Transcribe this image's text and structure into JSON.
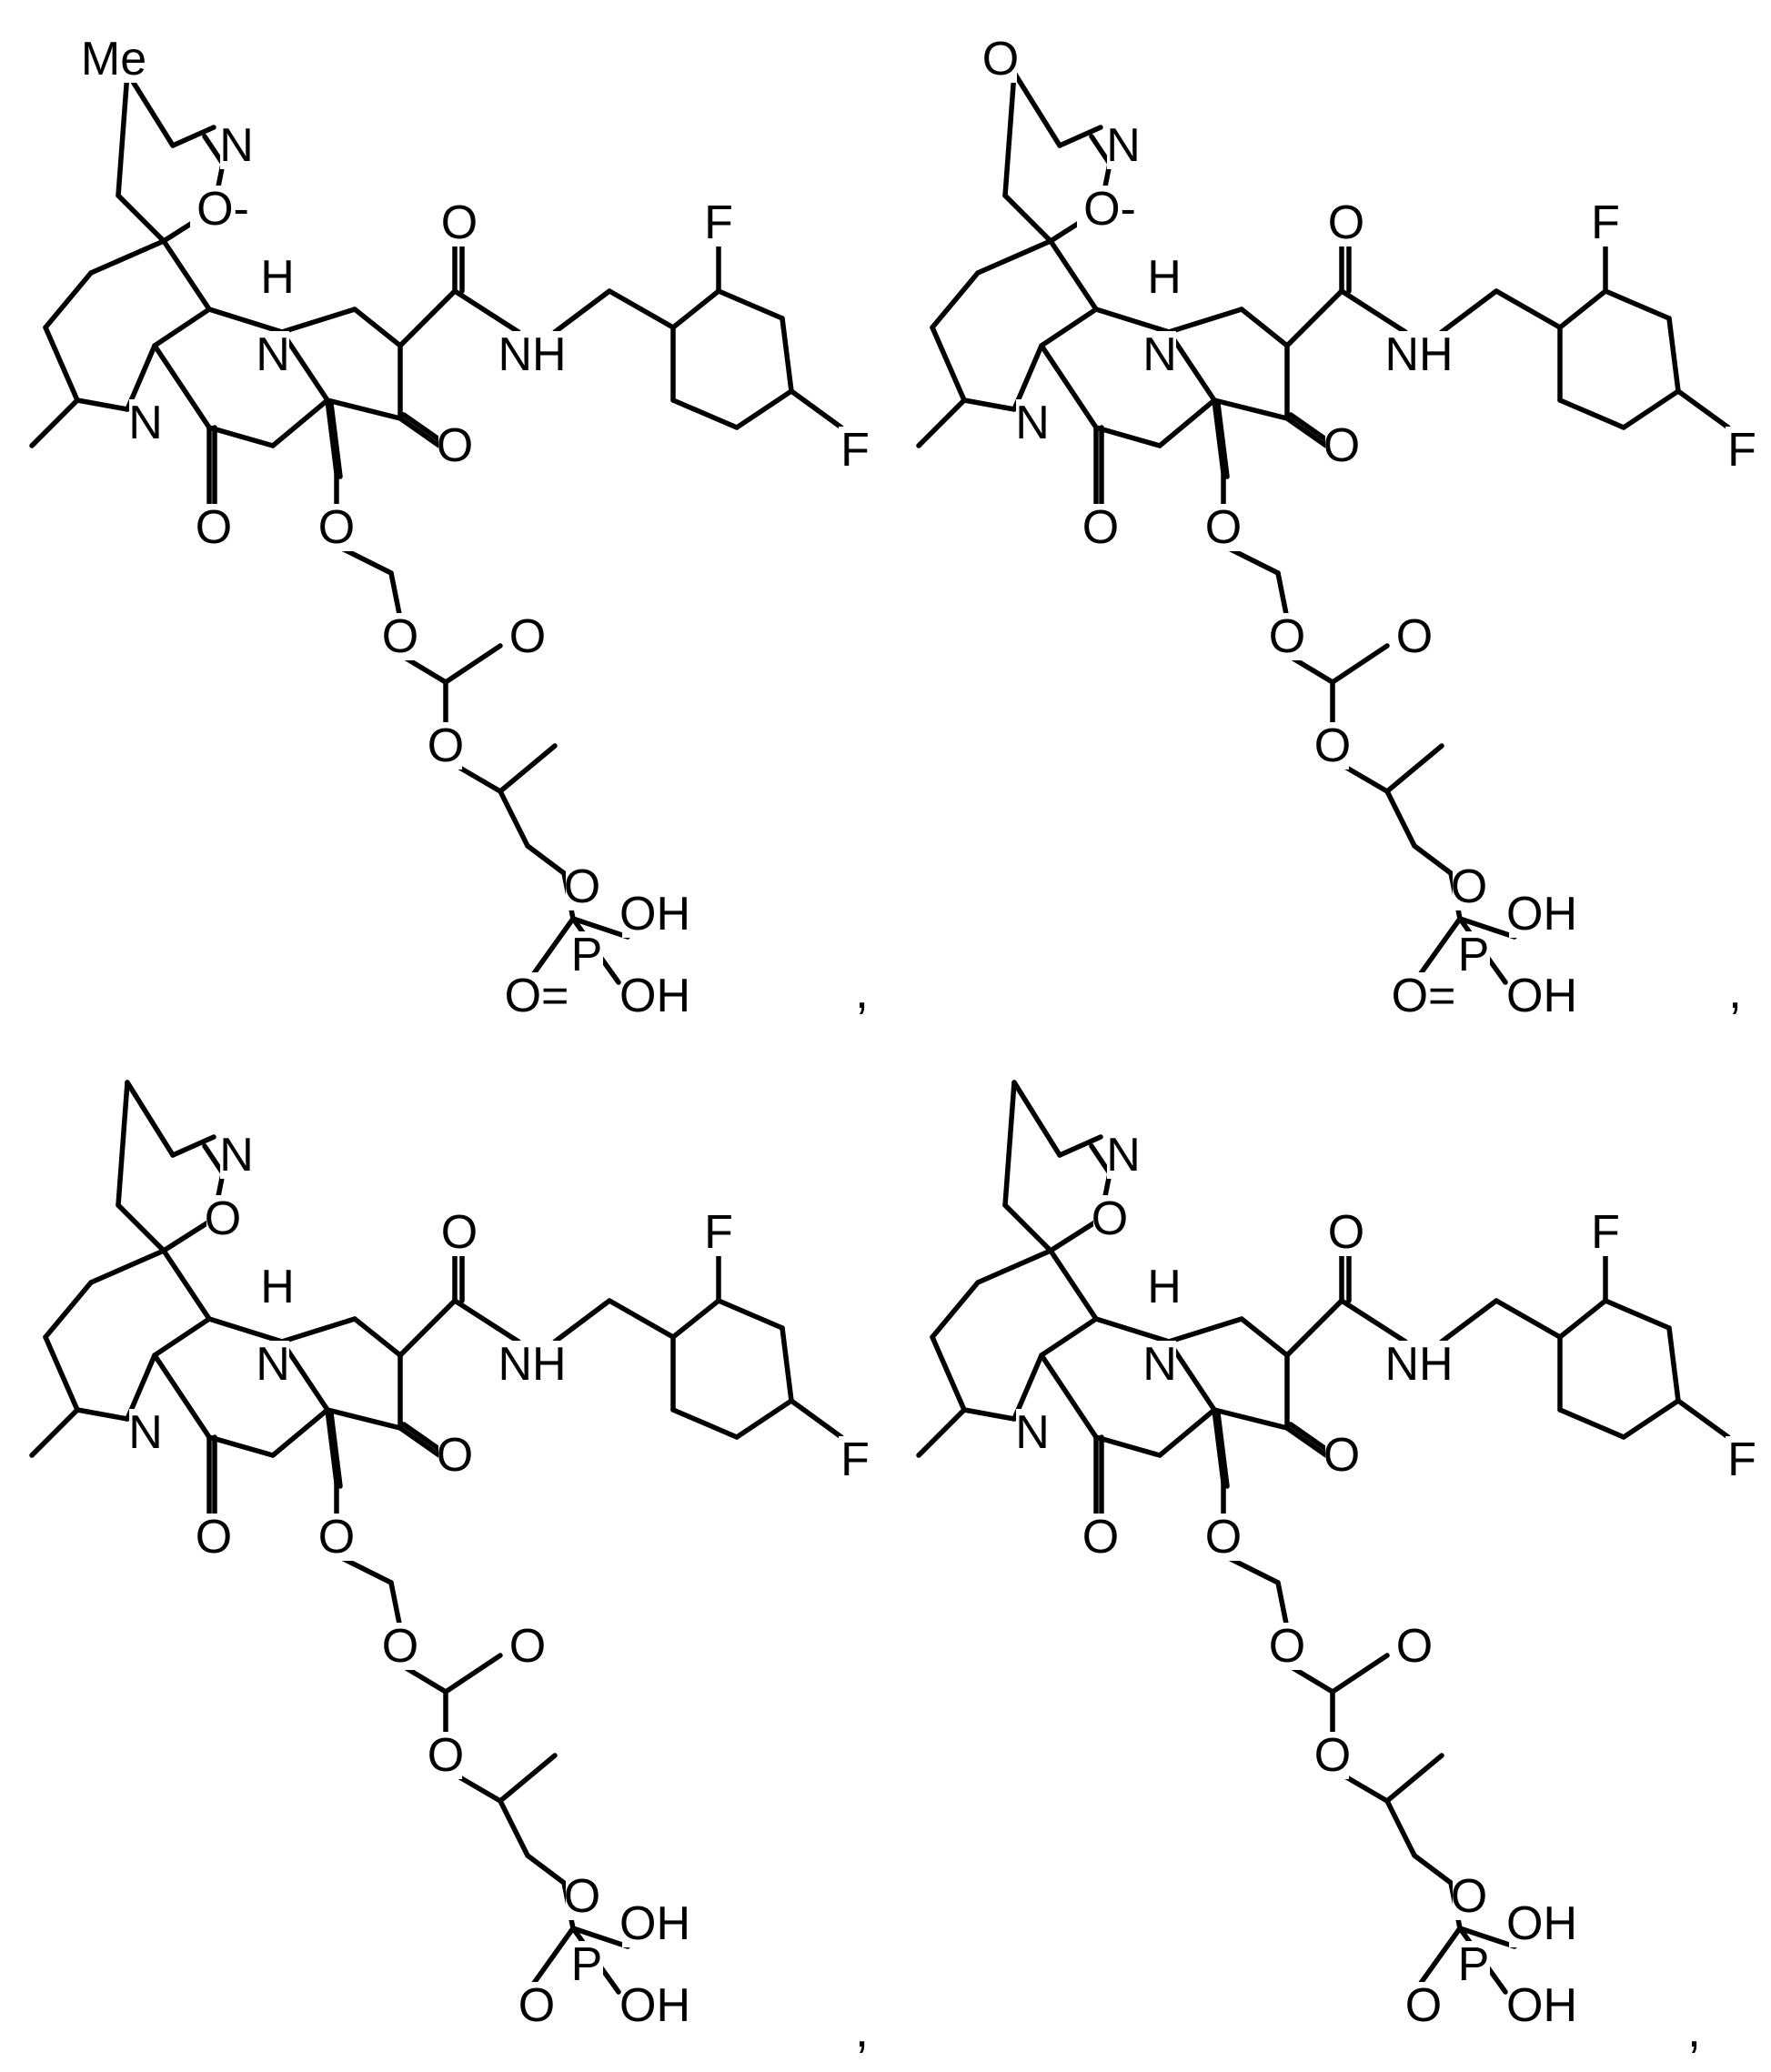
{
  "figure": {
    "structures": [
      {
        "labels": {
          "top_substituent": "Me",
          "ring_n": "N",
          "ring_o": "O-",
          "h": "H",
          "n_a": "N",
          "n_b": "N",
          "o_lactam": "O",
          "o_ketone": "O",
          "o_amide": "O",
          "nh": "NH",
          "f_ortho": "F",
          "f_para": "F",
          "o_ether": "O",
          "o_carbonate1": "O",
          "o_carbonate2": "O",
          "o_carbonate3": "O",
          "o_phos": "O",
          "p": "P",
          "o_p_double": "O=",
          "oh1": "OH",
          "oh2": "OH"
        },
        "separator": ","
      },
      {
        "labels": {
          "top_substituent": "O",
          "ring_n": "N",
          "ring_o": "O-",
          "h": "H",
          "n_a": "N",
          "n_b": "N",
          "o_lactam": "O",
          "o_ketone": "O",
          "o_amide": "O",
          "nh": "NH",
          "f_ortho": "F",
          "f_para": "F",
          "o_ether": "O",
          "o_carbonate1": "O",
          "o_carbonate2": "O",
          "o_carbonate3": "O",
          "o_phos": "O",
          "p": "P",
          "o_p_double": "O=",
          "oh1": "OH",
          "oh2": "OH"
        },
        "separator": ","
      },
      {
        "labels": {
          "top_substituent": "",
          "ring_n": "N",
          "ring_o": "O",
          "h": "H",
          "n_a": "N",
          "n_b": "N",
          "o_lactam": "O",
          "o_ketone": "O",
          "o_amide": "O",
          "nh": "NH",
          "f_ortho": "F",
          "f_para": "F",
          "o_ether": "O",
          "o_carbonate1": "O",
          "o_carbonate2": "O",
          "o_carbonate3": "O",
          "o_phos": "O",
          "p": "P",
          "o_p_double": "O",
          "oh1": "OH",
          "oh2": "OH"
        },
        "separator": ","
      },
      {
        "labels": {
          "top_substituent": "",
          "ring_n": "N",
          "ring_o": "O",
          "h": "H",
          "n_a": "N",
          "n_b": "N",
          "o_lactam": "O",
          "o_ketone": "O",
          "o_amide": "O",
          "nh": "NH",
          "f_ortho": "F",
          "f_para": "F",
          "o_ether": "O",
          "o_carbonate1": "O",
          "o_carbonate2": "O",
          "o_carbonate3": "O",
          "o_phos": "O",
          "p": "P",
          "o_p_double": "O",
          "oh1": "OH",
          "oh2": "OH"
        },
        "separator": ","
      }
    ]
  }
}
